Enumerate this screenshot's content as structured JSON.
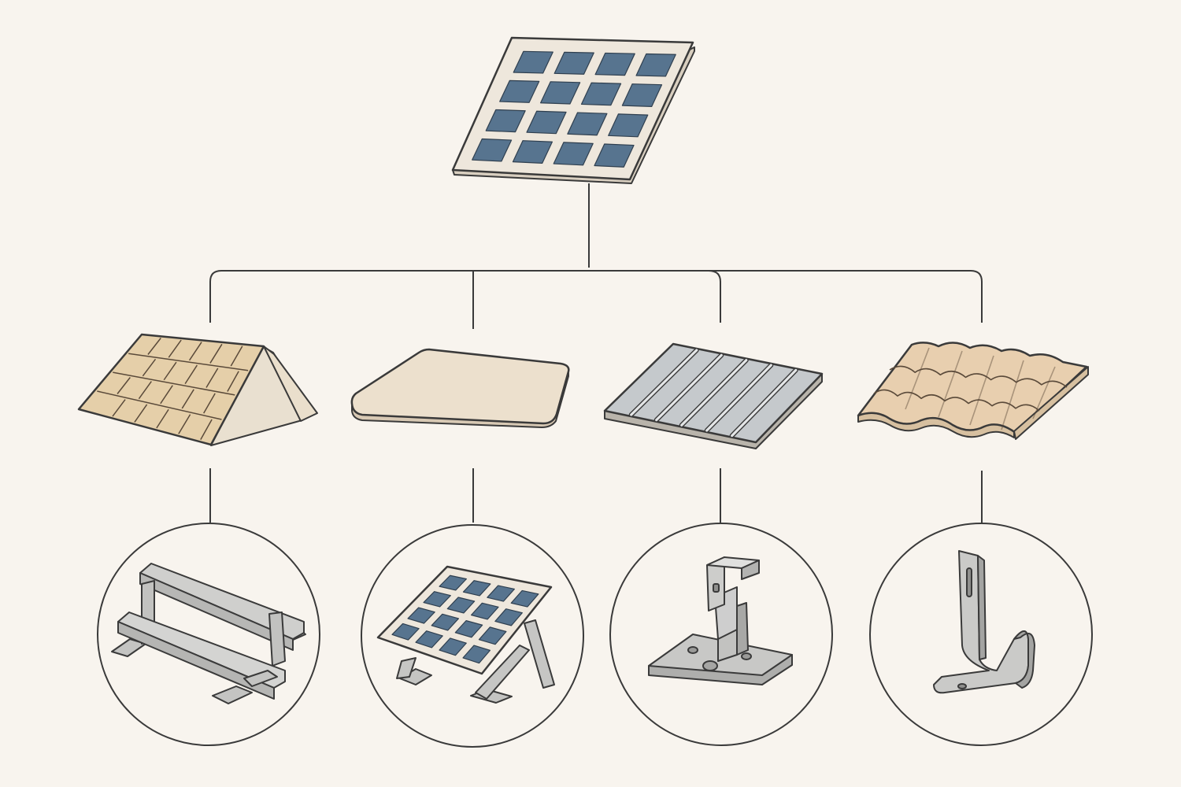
{
  "colors": {
    "background": "#f8f4ee",
    "line": "#3a3a3a",
    "panel_cell": "#57748f",
    "panel_frame": "#e9e2d6",
    "shingle": "#e5cfa9",
    "flat_roof": "#ece0cd",
    "metal": "#c5c9cc",
    "tile": "#e8cfaf",
    "bracket": "#c8c8c8"
  },
  "diagram": {
    "root": {
      "icon": "solar-panel-icon"
    },
    "roof_types": [
      {
        "id": "pitched-shingle",
        "icon": "pitched-shingle-roof-icon"
      },
      {
        "id": "flat",
        "icon": "flat-roof-icon"
      },
      {
        "id": "metal",
        "icon": "metal-standing-seam-roof-icon"
      },
      {
        "id": "tile",
        "icon": "clay-tile-roof-icon"
      }
    ],
    "mounts": [
      {
        "id": "rail",
        "icon": "rail-mount-icon"
      },
      {
        "id": "tilt",
        "icon": "tilt-frame-mount-icon"
      },
      {
        "id": "seam-clamp",
        "icon": "standing-seam-clamp-icon"
      },
      {
        "id": "tile-hook",
        "icon": "tile-roof-hook-icon"
      }
    ]
  }
}
